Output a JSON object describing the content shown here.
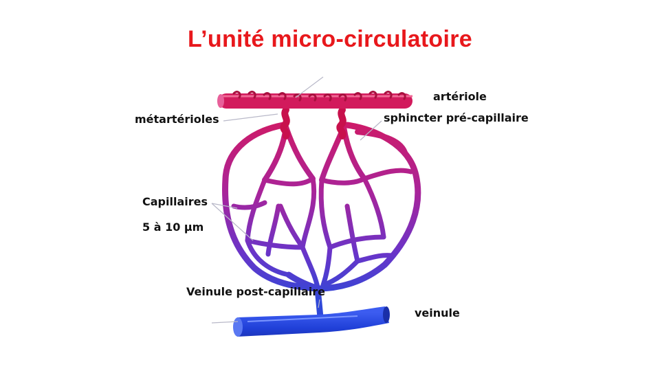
{
  "slide": {
    "title": "L’unité micro-circulatoire"
  },
  "labels": {
    "arteriole": "artériole",
    "metarterioles": "métartérioles",
    "sphincter": "sphincter pré-capillaire",
    "capillaires": "Capillaires",
    "capillaires_size": "5 à 10 µm",
    "veinule_post_capillaire": "Veinule post-capillaire",
    "veinule": "veinule"
  },
  "colors": {
    "title": "#e8181c",
    "arterial": "#d8185a",
    "mid": "#9a2a9a",
    "venous": "#2f48d8"
  }
}
